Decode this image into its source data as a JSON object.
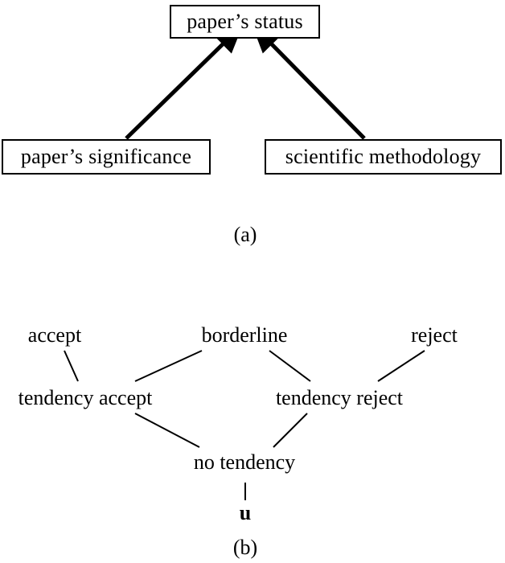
{
  "figure": {
    "panels": [
      {
        "id": "a",
        "caption": "(a)",
        "type": "causal-graph",
        "nodes": [
          {
            "id": "status",
            "label": "paper’s status"
          },
          {
            "id": "significance",
            "label": "paper’s significance"
          },
          {
            "id": "methodology",
            "label": "scientific methodology"
          }
        ],
        "edges": [
          {
            "from": "significance",
            "to": "status",
            "arrow": true
          },
          {
            "from": "methodology",
            "to": "status",
            "arrow": true
          }
        ]
      },
      {
        "id": "b",
        "caption": "(b)",
        "type": "lattice",
        "nodes": [
          {
            "id": "accept",
            "label": "accept",
            "level": 0,
            "bold": false
          },
          {
            "id": "borderline",
            "label": "borderline",
            "level": 0,
            "bold": false
          },
          {
            "id": "reject",
            "label": "reject",
            "level": 0,
            "bold": false
          },
          {
            "id": "tendency-accept",
            "label": "tendency accept",
            "level": 1,
            "bold": false
          },
          {
            "id": "tendency-reject",
            "label": "tendency reject",
            "level": 1,
            "bold": false
          },
          {
            "id": "no-tendency",
            "label": "no tendency",
            "level": 2,
            "bold": false
          },
          {
            "id": "u",
            "label": "u",
            "level": 3,
            "bold": true
          }
        ],
        "edges": [
          {
            "from": "accept",
            "to": "tendency-accept"
          },
          {
            "from": "borderline",
            "to": "tendency-accept"
          },
          {
            "from": "borderline",
            "to": "tendency-reject"
          },
          {
            "from": "reject",
            "to": "tendency-reject"
          },
          {
            "from": "tendency-accept",
            "to": "no-tendency"
          },
          {
            "from": "tendency-reject",
            "to": "no-tendency"
          },
          {
            "from": "no-tendency",
            "to": "u"
          }
        ]
      }
    ]
  },
  "colors": {
    "stroke": "#000000",
    "background": "#ffffff",
    "text": "#000000"
  }
}
